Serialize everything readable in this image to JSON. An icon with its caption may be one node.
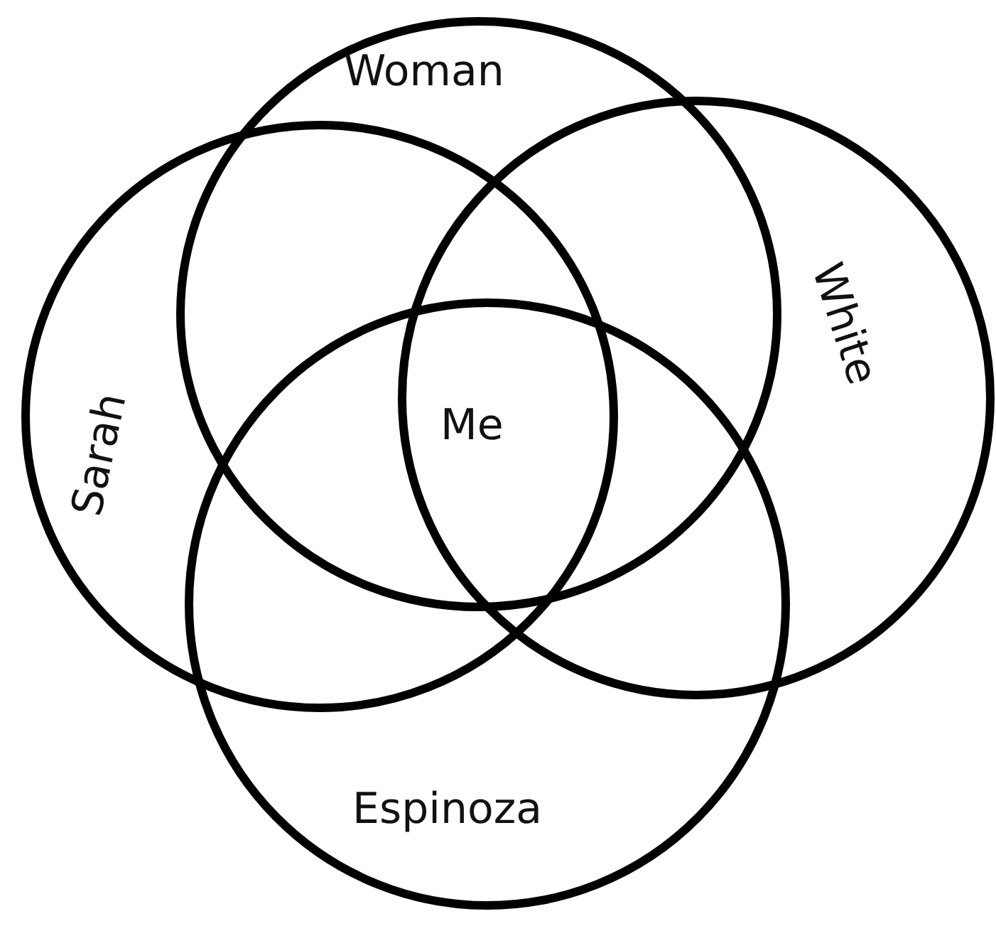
{
  "diagram": {
    "nodes": [
      {
        "text": [
          "Woman"
        ]
      },
      {
        "text": [
          "White"
        ]
      },
      {
        "text": [
          "Sarah"
        ]
      },
      {
        "text": [
          "Espinoza"
        ]
      }
    ],
    "labels": [
      "Me"
    ]
  }
}
